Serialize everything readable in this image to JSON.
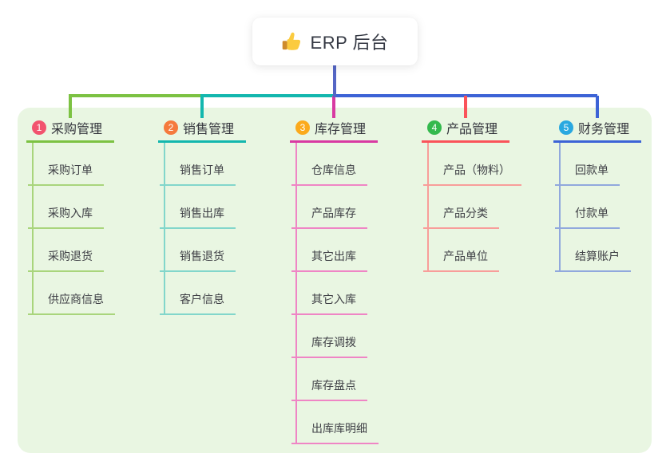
{
  "root": {
    "label": "ERP 后台",
    "icon": "thumbs-up",
    "line_color": "#5566C5"
  },
  "connectors": {
    "root_drop": "background:#5566C5",
    "seg_branch1": "background:#7CC242",
    "seg_branch2": "background:#13B7AE",
    "seg_branch5": "background:#3C63D6"
  },
  "colors": {
    "page_bg": "#FFFFFF",
    "canvas_bg": "#E9F6E2",
    "root_card_bg": "#FFFFFF",
    "title_text": "#33343C",
    "child_text": "#3F4046"
  },
  "branches": [
    {
      "index": "1",
      "title": "采购管理",
      "badge_color": "#F2536E",
      "line_color": "#7CC242",
      "child_line_color": "#A9D57C",
      "css": "--c:#7CC242;--cl:#A9D57C;--b:#F2536E",
      "children": [
        "采购订单",
        "采购入库",
        "采购退货",
        "供应商信息"
      ]
    },
    {
      "index": "2",
      "title": "销售管理",
      "badge_color": "#F57A3D",
      "line_color": "#13B7AE",
      "child_line_color": "#82D6CB",
      "css": "--c:#13B7AE;--cl:#82D6CB;--b:#F57A3D",
      "children": [
        "销售订单",
        "销售出库",
        "销售退货",
        "客户信息"
      ]
    },
    {
      "index": "3",
      "title": "库存管理",
      "badge_color": "#FBAA1C",
      "line_color": "#D83AA2",
      "child_line_color": "#EF85C5",
      "css": "--c:#D83AA2;--cl:#EF85C5;--b:#FBAA1C",
      "children": [
        "仓库信息",
        "产品库存",
        "其它出库",
        "其它入库",
        "库存调拨",
        "库存盘点",
        "出库库明细"
      ]
    },
    {
      "index": "4",
      "title": "产品管理",
      "badge_color": "#34B94D",
      "line_color": "#FA535A",
      "child_line_color": "#F89D9A",
      "css": "--c:#FA535A;--cl:#F89D9A;--b:#34B94D",
      "children": [
        "产品（物料）",
        "产品分类",
        "产品单位"
      ]
    },
    {
      "index": "5",
      "title": "财务管理",
      "badge_color": "#29A8E0",
      "line_color": "#3C63D6",
      "child_line_color": "#91A8DD",
      "css": "--c:#3C63D6;--cl:#91A8DD;--b:#29A8E0",
      "children": [
        "回款单",
        "付款单",
        "结算账户"
      ]
    }
  ]
}
